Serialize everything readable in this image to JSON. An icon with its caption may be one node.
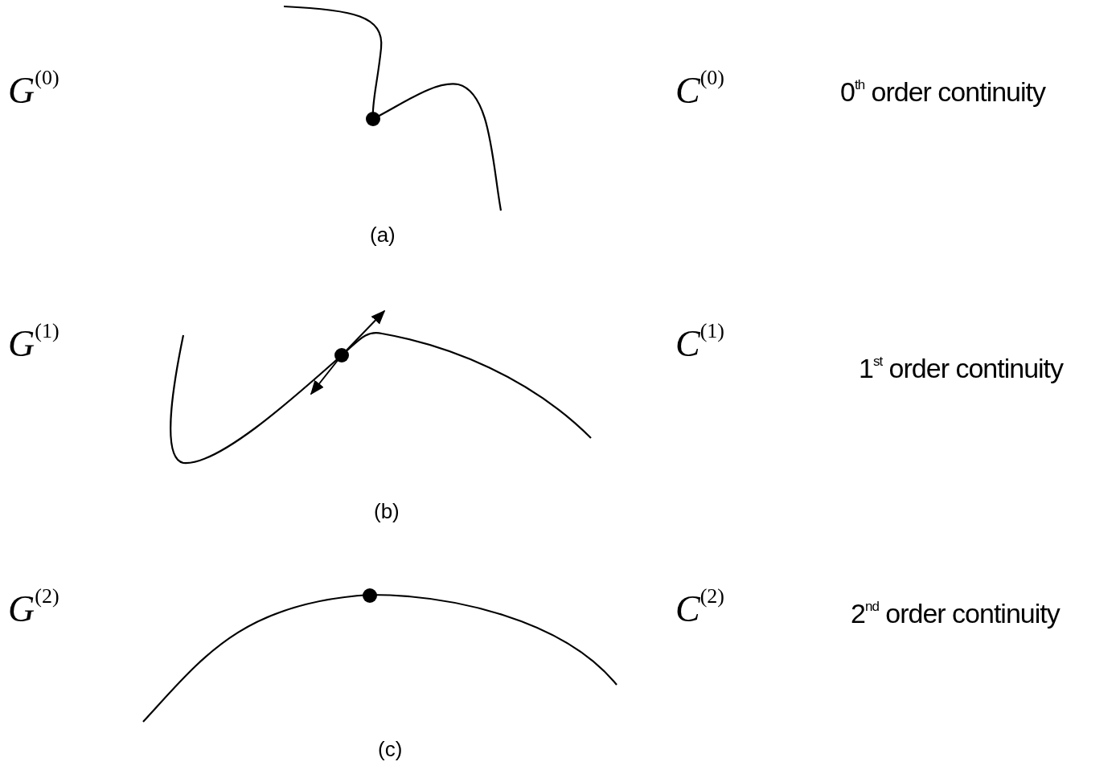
{
  "diagram": {
    "labels": [
      "*G*$^{(0)}$",
      "*C*$^{(0)}$",
      "0$^{th}$ order continuity",
      "(a)",
      "*G*$^{(1)}$",
      "*C*$^{(1)}$",
      "1$^{st}$ order continuity",
      "(b)",
      "*G*$^{(2)}$",
      "*C*$^{(2)}$",
      "2$^{nd}$ order continuity",
      "(c)"
    ]
  }
}
